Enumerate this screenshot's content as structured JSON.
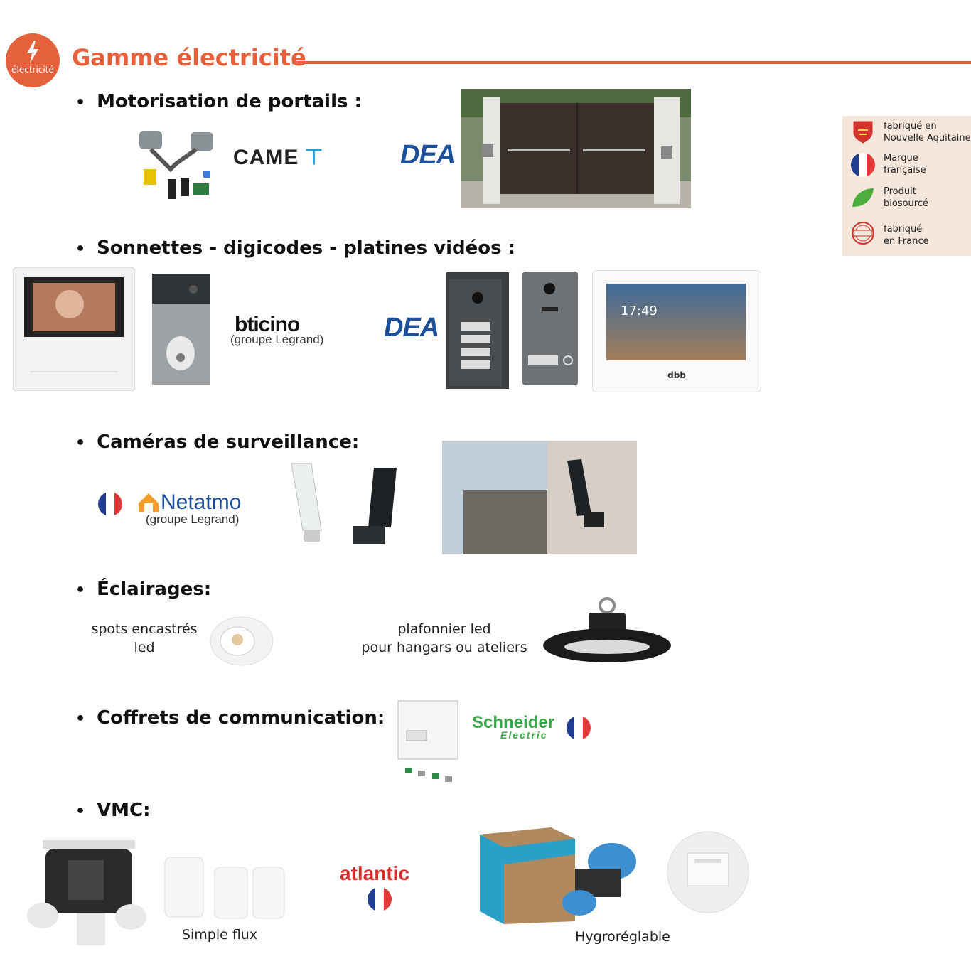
{
  "header": {
    "badge_label": "électricité",
    "title": "Gamme électricité",
    "accent_color": "#e4613c"
  },
  "sections": {
    "portails": {
      "title": "Motorisation de portails :",
      "logos": [
        "CAME",
        "DEA"
      ]
    },
    "sonnettes": {
      "title": "Sonnettes - digicodes - platines vidéos :",
      "logos": [
        "bticino",
        "DEA"
      ],
      "bticino_note": "(groupe Legrand)",
      "screen_time": "17:49",
      "screen_brand": "dbb"
    },
    "cameras": {
      "title": "Caméras de surveillance:",
      "logo": "Netatmo",
      "note": "(groupe Legrand)"
    },
    "eclairages": {
      "title": "Éclairages:",
      "item1_line1": "spots encastrés",
      "item1_line2": "led",
      "item2_line1": "plafonnier led",
      "item2_line2": "pour hangars ou ateliers"
    },
    "coffrets": {
      "title": "Coffrets de communication:",
      "logo_line1": "Schneider",
      "logo_line2": "Electric"
    },
    "vmc": {
      "title": "VMC:",
      "caption_simple": "Simple flux",
      "logo": "atlantic",
      "caption_hygro": "Hygroréglable"
    }
  },
  "legend": {
    "items": [
      {
        "icon": "aquitaine-crest-icon",
        "line1": "fabriqué en",
        "line2": "Nouvelle Aquitaine"
      },
      {
        "icon": "french-flag-icon",
        "line1": "Marque",
        "line2": "française"
      },
      {
        "icon": "leaf-icon",
        "line1": "Produit",
        "line2": "biosourcé"
      },
      {
        "icon": "made-in-france-stamp-icon",
        "line1": "fabriqué",
        "line2": "en France"
      }
    ]
  },
  "colors": {
    "dea_blue": "#1d4f9a",
    "schneider_green": "#3aa848",
    "atlantic_red": "#d42b2b",
    "flag_blue": "#1f3e91",
    "flag_red": "#e23a3a",
    "panel_bg": "#f6e7dc"
  }
}
